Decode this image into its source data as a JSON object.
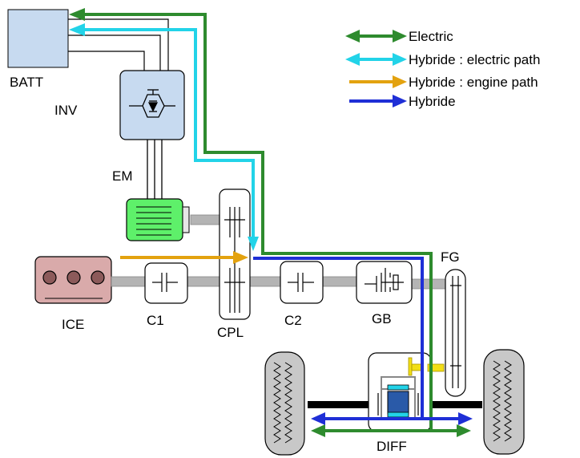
{
  "components": {
    "batt": "BATT",
    "inv": "INV",
    "em": "EM",
    "ice": "ICE",
    "c1": "C1",
    "cpl": "CPL",
    "c2": "C2",
    "gb": "GB",
    "fg": "FG",
    "diff": "DIFF"
  },
  "legend": [
    {
      "label": "Electric",
      "color": "#2e8b2e"
    },
    {
      "label": "Hybride : electric path",
      "color": "#22d3e8"
    },
    {
      "label": "Hybride : engine path",
      "color": "#e3a20f"
    },
    {
      "label": "Hybride",
      "color": "#1f2fd6"
    }
  ],
  "colors": {
    "electric": "#2e8b2e",
    "hybrid_electric": "#22d3e8",
    "hybrid_engine": "#e3a20f",
    "hybrid": "#1f2fd6",
    "battery_fill": "#c7daf0",
    "inverter_fill": "#c7daf0",
    "motor_fill": "#5ef06a",
    "engine_fill": "#d9aaaa"
  }
}
